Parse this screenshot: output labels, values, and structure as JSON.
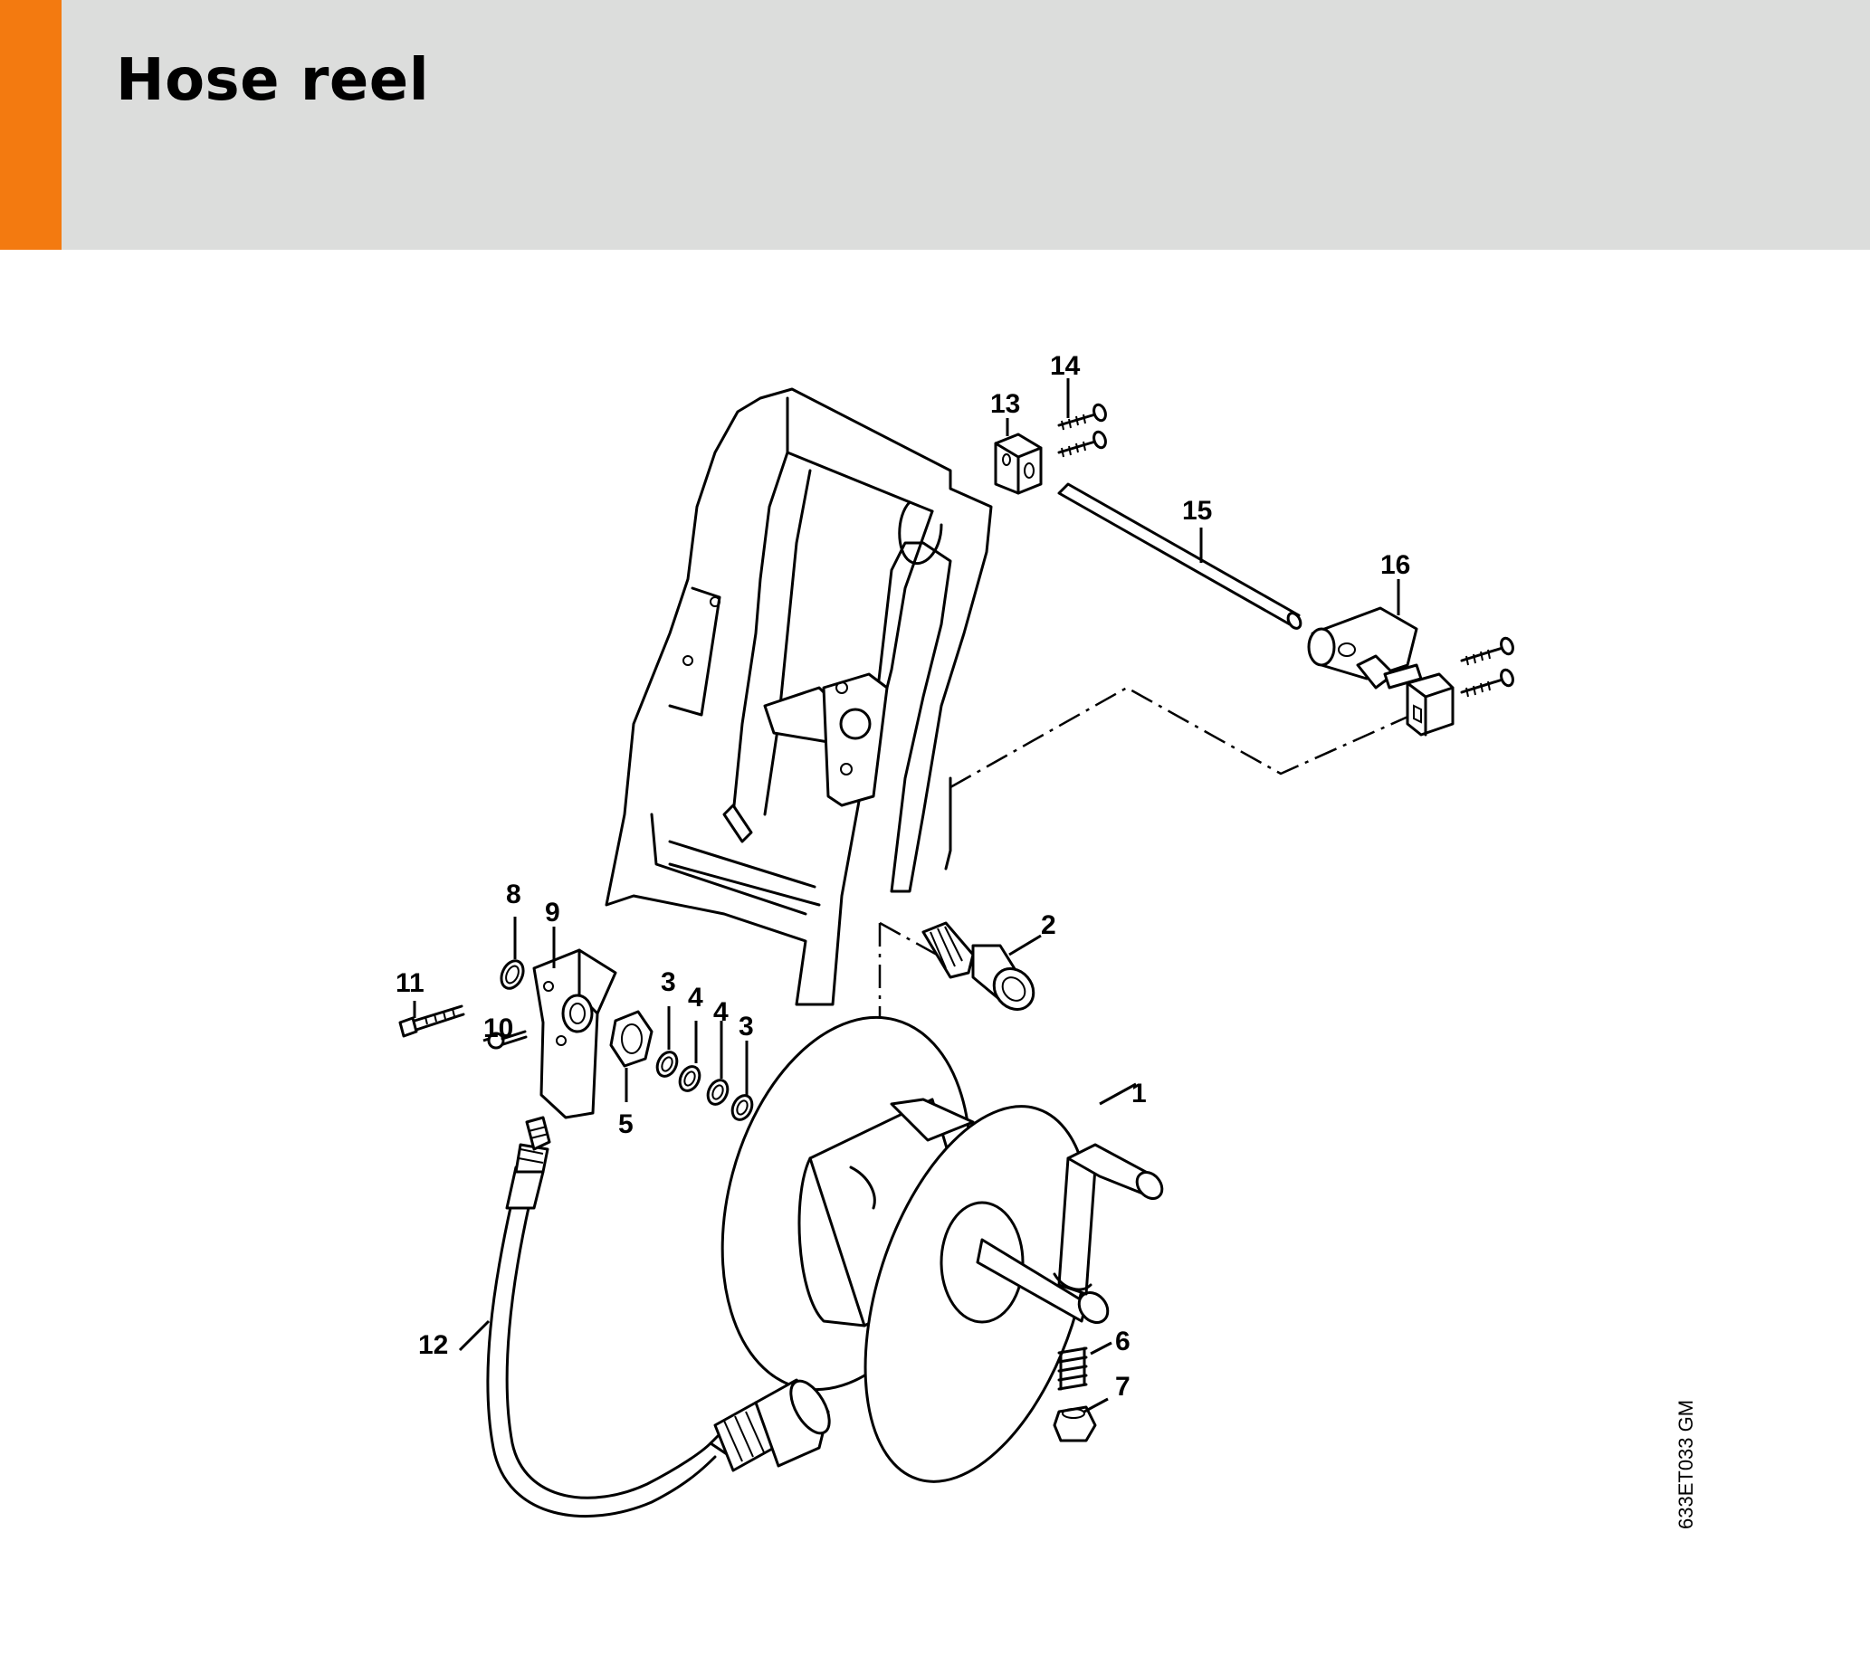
{
  "header": {
    "title": "Hose reel",
    "accent_color": "#f37a10",
    "background_color": "#dcdddc"
  },
  "diagram": {
    "callouts": [
      "1",
      "2",
      "3",
      "3",
      "4",
      "4",
      "5",
      "6",
      "7",
      "8",
      "9",
      "10",
      "11",
      "12",
      "13",
      "14",
      "15",
      "16"
    ],
    "drawing_ref": "633ET033 GM"
  }
}
